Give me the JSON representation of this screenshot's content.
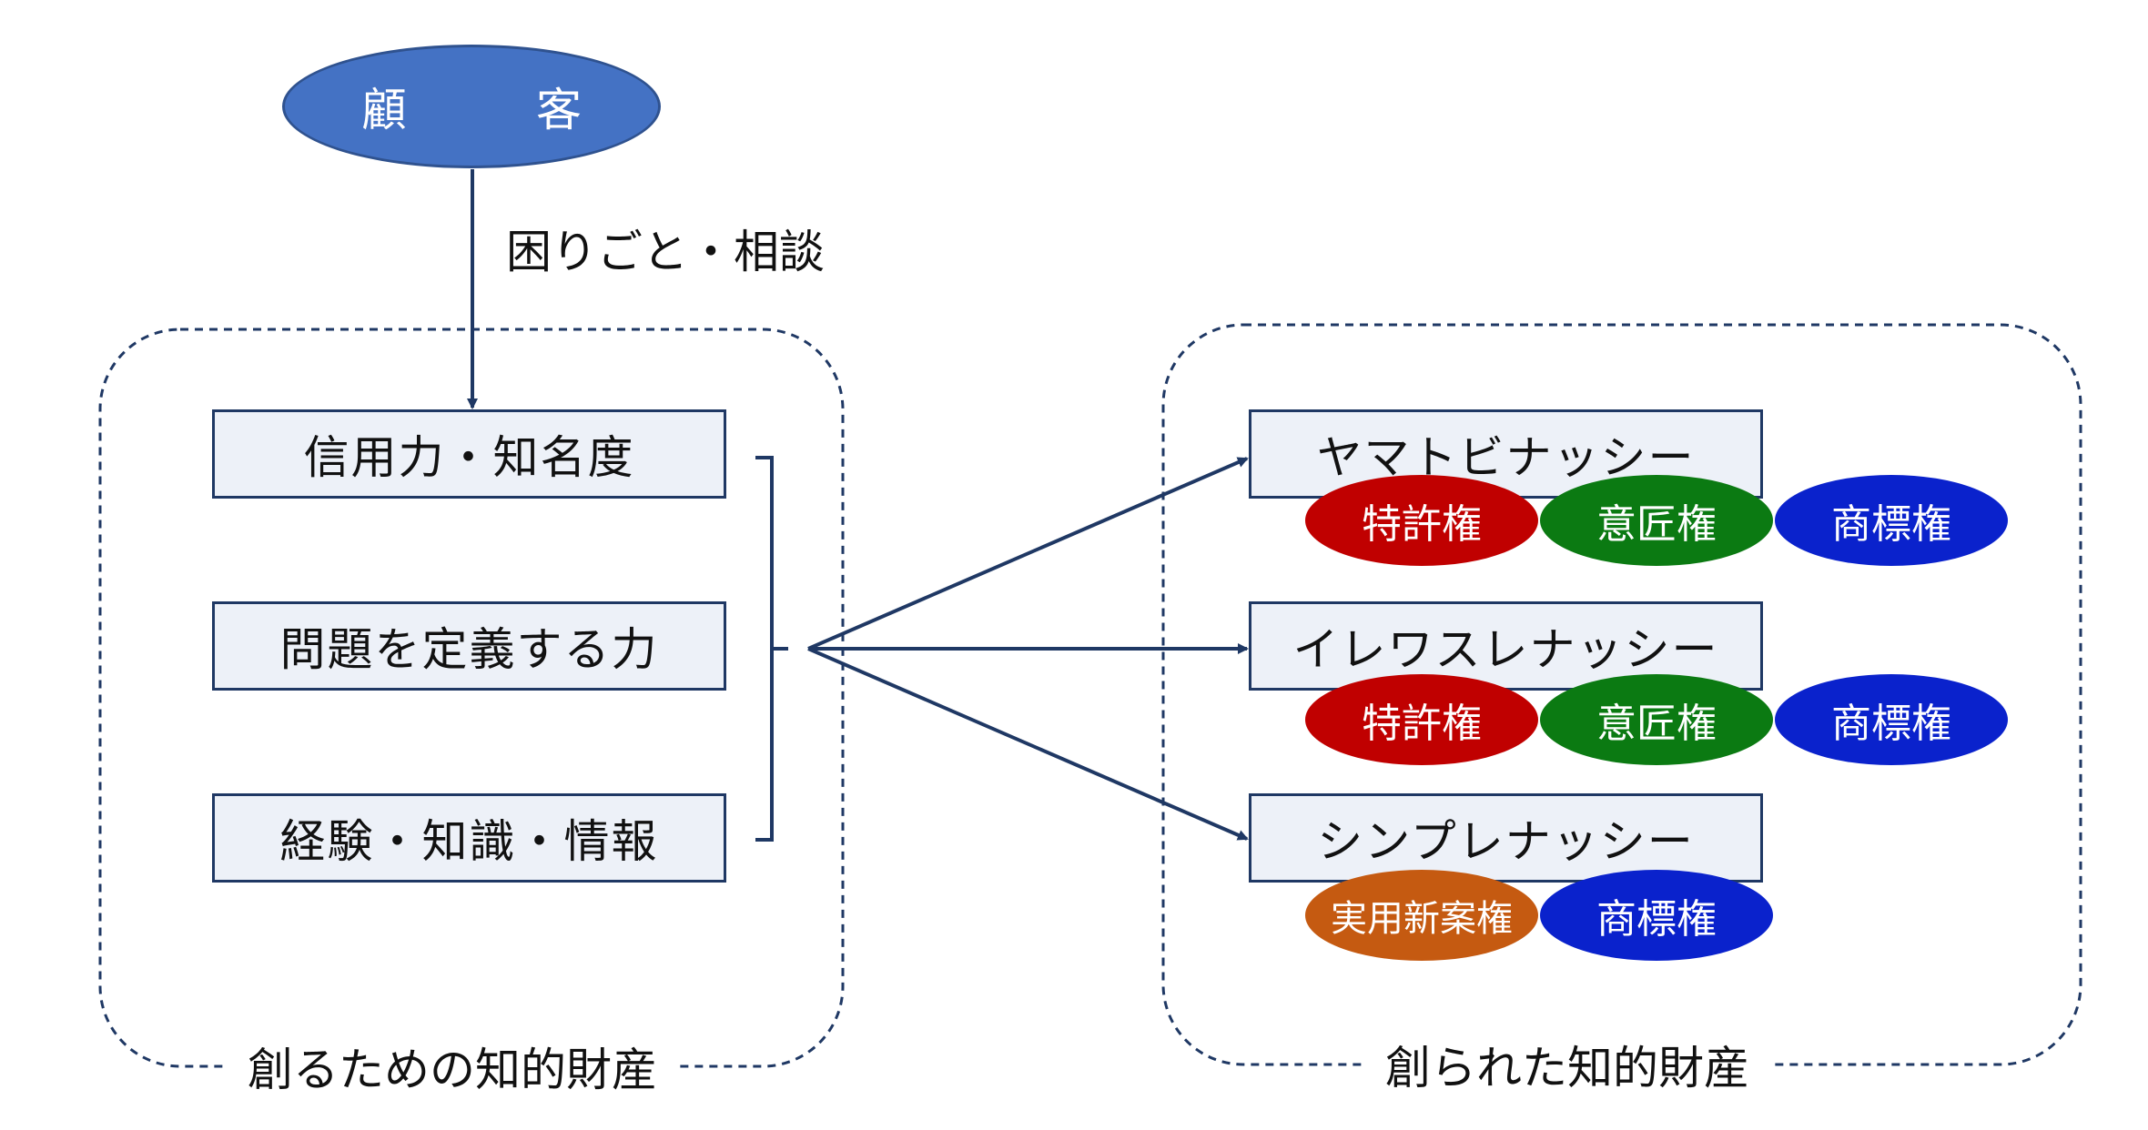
{
  "customer": {
    "label": "顧　客"
  },
  "consult_label": "困りごと・相談",
  "left_group": {
    "caption": "創るための知的財産",
    "items": [
      "信用力・知名度",
      "問題を定義する力",
      "経験・知識・情報"
    ]
  },
  "right_group": {
    "caption": "創られた知的財産",
    "products": [
      {
        "name": "ヤマトビナッシー",
        "rights": [
          "特許権",
          "意匠権",
          "商標権"
        ]
      },
      {
        "name": "イレワスレナッシー",
        "rights": [
          "特許権",
          "意匠権",
          "商標権"
        ]
      },
      {
        "name": "シンプレナッシー",
        "rights": [
          "実用新案権",
          "商標権"
        ]
      }
    ]
  },
  "colors": {
    "customer_fill": "#4472c4",
    "line": "#1f3864",
    "box_fill": "#edf1f8",
    "patent": "#c00000",
    "design": "#0b7a12",
    "trademark": "#0a22cc",
    "utility_model": "#c55a11"
  }
}
